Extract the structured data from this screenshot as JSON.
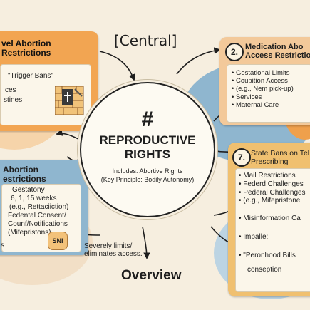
{
  "center": {
    "hash": "#",
    "title_line1": "REPRODUCTIVE",
    "title_line2": "RIGHTS",
    "includes": "Includes: Abortive Rights",
    "principle": "(Key Principle: Bodily Autonomy)"
  },
  "labels": {
    "top": "[Central]",
    "bottom_note_line1": "Severely limits/",
    "bottom_note_line2": "eliminates access.",
    "bottom": "Overview"
  },
  "top_left": {
    "title_line1": "vel Abortion",
    "title_line2": "Restrictions",
    "items": [
      "\"Trigger Bans\"",
      "ces",
      "stines"
    ]
  },
  "top_right": {
    "number": "2.",
    "title_line1": "Medication Abo",
    "title_line2": "Access Restrictio",
    "items": [
      "Gestational Limits",
      "Coupition Access",
      "(e.g., Nem pick-up)",
      "Services",
      "Maternal Care"
    ]
  },
  "bottom_left": {
    "title_line1": "Abortion",
    "title_line2": "estrictions",
    "lines": [
      "Gestatony",
      "6, 1, 15 weeks",
      "(e.g., Rettaciiction)",
      "Fedental Consent/",
      "Counf/Notifications",
      "(Mifepristons)"
    ],
    "badge": "SNI",
    "side": "s"
  },
  "bottom_right": {
    "number": "7.",
    "title_line1": "State Bans on Tel",
    "title_line2": "Prescribing",
    "items": [
      "Mail Restrictions",
      "Federd Challenges",
      "Pederal Challenges",
      "(e.g., Mifepristone"
    ],
    "extra": [
      "Misinformation Ca",
      "Impalle:",
      "\"Peronhood Bills",
      "conseption"
    ]
  },
  "colors": {
    "background": "#f6eedf",
    "orange": "#f2a552",
    "blue": "#8fb6cf",
    "peach": "#f3c99a",
    "yellow_card": "#f0c070"
  }
}
